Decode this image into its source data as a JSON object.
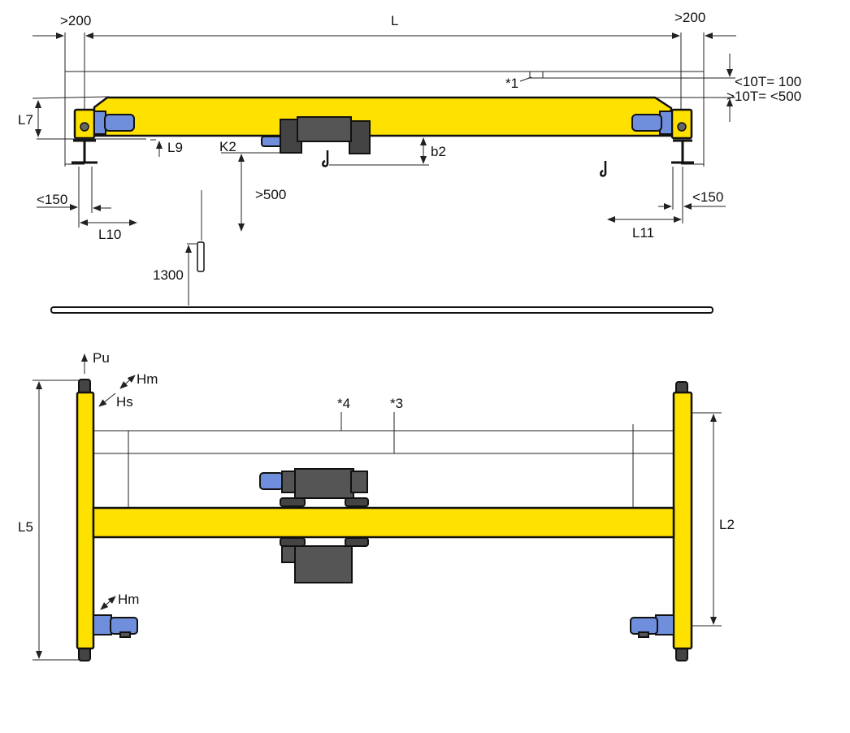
{
  "colors": {
    "girder": "#ffe100",
    "motor": "#6f8fdc",
    "hoist": "#555555",
    "line": "#222222"
  },
  "elevation": {
    "dim_left_clearance": ">200",
    "dim_span": "L",
    "dim_right_clearance": ">200",
    "note_1": "*1",
    "dim_top_small": "<10T= 100",
    "dim_top_large": ">10T= <500",
    "dim_L7": "L7",
    "dim_L9": "L9",
    "dim_K2": "K2",
    "dim_b2": "b2",
    "dim_left_offset": "<150",
    "dim_L10": "L10",
    "dim_hook_clearance": ">500",
    "dim_pendant_height": "1300",
    "dim_right_offset": "<150",
    "dim_L11": "L11"
  },
  "plan": {
    "load_Pu": "Pu",
    "load_Hm_top": "Hm",
    "load_Hs": "Hs",
    "note_4": "*4",
    "note_3": "*3",
    "dim_L5": "L5",
    "dim_L2": "L2",
    "load_Hm_bottom": "Hm"
  }
}
